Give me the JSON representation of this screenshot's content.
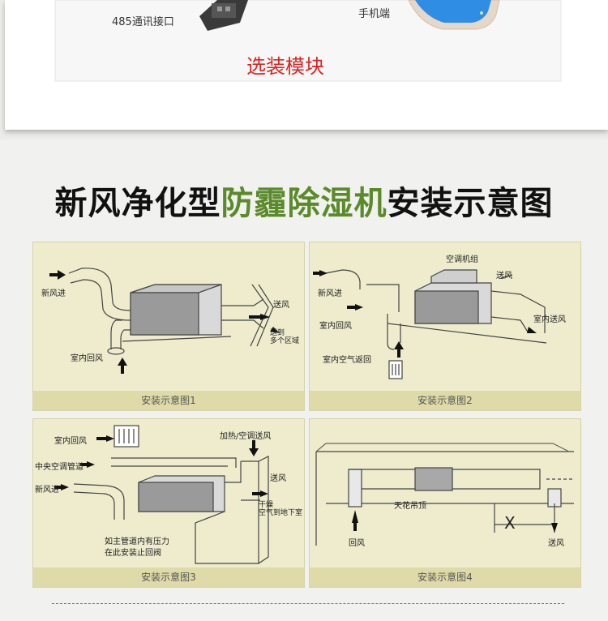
{
  "top_card": {
    "port_label": "485通讯接口",
    "phone_label": "手机端",
    "optional_label": "选装模块"
  },
  "title": {
    "part1": "新风净化型",
    "part2": "防霾除湿机",
    "part3": "安装示意图"
  },
  "panels": [
    {
      "caption": "安装示意图1",
      "labels": {
        "fresh_in": "新风进",
        "indoor_return": "室内回风",
        "supply": "送风",
        "to_zones_1": "送到",
        "to_zones_2": "多个区域"
      }
    },
    {
      "caption": "安装示意图2",
      "labels": {
        "ac_unit": "空调机组",
        "supply": "送风",
        "fresh_in": "新风进",
        "indoor_supply": "室内送风",
        "indoor_return": "室内回风",
        "indoor_air_return": "室内空气返回"
      }
    },
    {
      "caption": "安装示意图3",
      "labels": {
        "indoor_return": "室内回风",
        "central_duct": "中央空调管道",
        "fresh_in": "新风进",
        "heating_supply": "加热/空调送风",
        "supply": "送风",
        "dry_1": "干燥",
        "dry_2": "空气到地下室",
        "note_1": "如主管道内有压力",
        "note_2": "在此安装止回阀"
      }
    },
    {
      "caption": "安装示意图4",
      "labels": {
        "ceiling": "天花吊顶",
        "x_mark": "X",
        "return": "回风",
        "supply": "送风"
      }
    }
  ],
  "colors": {
    "panel_bg": "#eeeccd",
    "caption_bg": "#dfdba9",
    "title_green": "#5b8a2a",
    "accent_red": "#e02020"
  }
}
